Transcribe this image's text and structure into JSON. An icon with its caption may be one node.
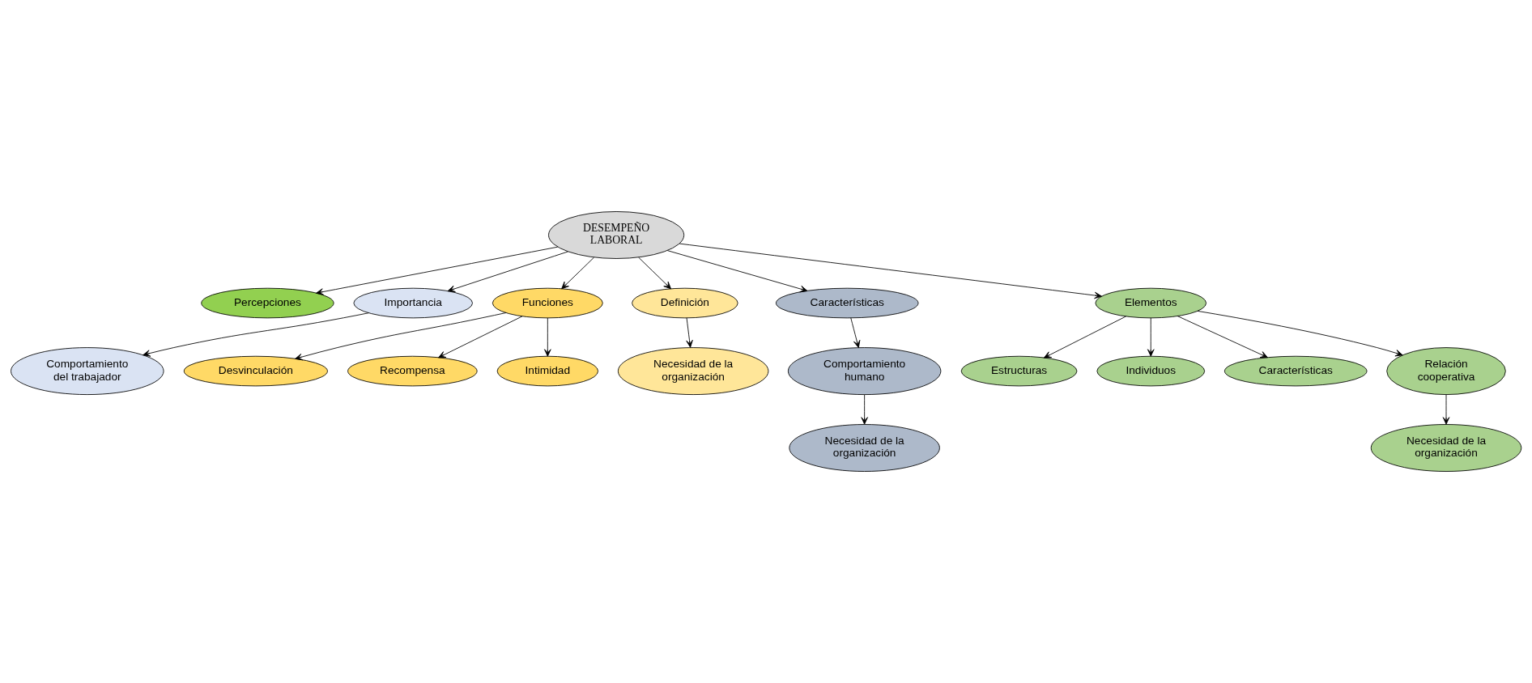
{
  "diagram": {
    "nodes": [
      {
        "text": [
          "DESEMPEÑO LABORAL"
        ]
      },
      {
        "text": [
          "Percepciones"
        ]
      },
      {
        "text": [
          "Importancia"
        ]
      },
      {
        "text": [
          "Comportamiento del trabajador"
        ]
      },
      {
        "text": [
          "Funciones"
        ]
      },
      {
        "text": [
          "Desvinculación"
        ]
      },
      {
        "text": [
          "Recompensa"
        ]
      },
      {
        "text": [
          "Intimidad"
        ]
      },
      {
        "text": [
          "Definición"
        ]
      },
      {
        "text": [
          "Necesidad de la organización"
        ]
      },
      {
        "text": [
          "Características"
        ]
      },
      {
        "text": [
          "Comportamiento humano"
        ]
      },
      {
        "text": [
          "Necesidad de la organización"
        ]
      },
      {
        "text": [
          "Elementos"
        ]
      },
      {
        "text": [
          "Estructuras"
        ]
      },
      {
        "text": [
          "Individuos"
        ]
      },
      {
        "text": [
          "Características"
        ]
      },
      {
        "text": [
          "Relación cooperativa"
        ]
      },
      {
        "text": [
          "Necesidad de la organización"
        ]
      }
    ],
    "edges": [
      {
        "from": 0,
        "to": 1,
        "arrow": "to"
      },
      {
        "from": 0,
        "to": 2,
        "arrow": "to"
      },
      {
        "from": 2,
        "to": 3,
        "arrow": "to"
      },
      {
        "from": 0,
        "to": 4,
        "arrow": "to"
      },
      {
        "from": 4,
        "to": 5,
        "arrow": "to"
      },
      {
        "from": 4,
        "to": 6,
        "arrow": "to"
      },
      {
        "from": 4,
        "to": 7,
        "arrow": "to"
      },
      {
        "from": 0,
        "to": 8,
        "arrow": "to"
      },
      {
        "from": 8,
        "to": 9,
        "arrow": "to"
      },
      {
        "from": 0,
        "to": 10,
        "arrow": "to"
      },
      {
        "from": 10,
        "to": 11,
        "arrow": "to"
      },
      {
        "from": 11,
        "to": 12,
        "arrow": "to"
      },
      {
        "from": 0,
        "to": 13,
        "arrow": "to"
      },
      {
        "from": 13,
        "to": 14,
        "arrow": "to"
      },
      {
        "from": 13,
        "to": 15,
        "arrow": "to"
      },
      {
        "from": 13,
        "to": 16,
        "arrow": "to"
      },
      {
        "from": 13,
        "to": 17,
        "arrow": "to"
      },
      {
        "from": 17,
        "to": 18,
        "arrow": "to"
      }
    ]
  }
}
